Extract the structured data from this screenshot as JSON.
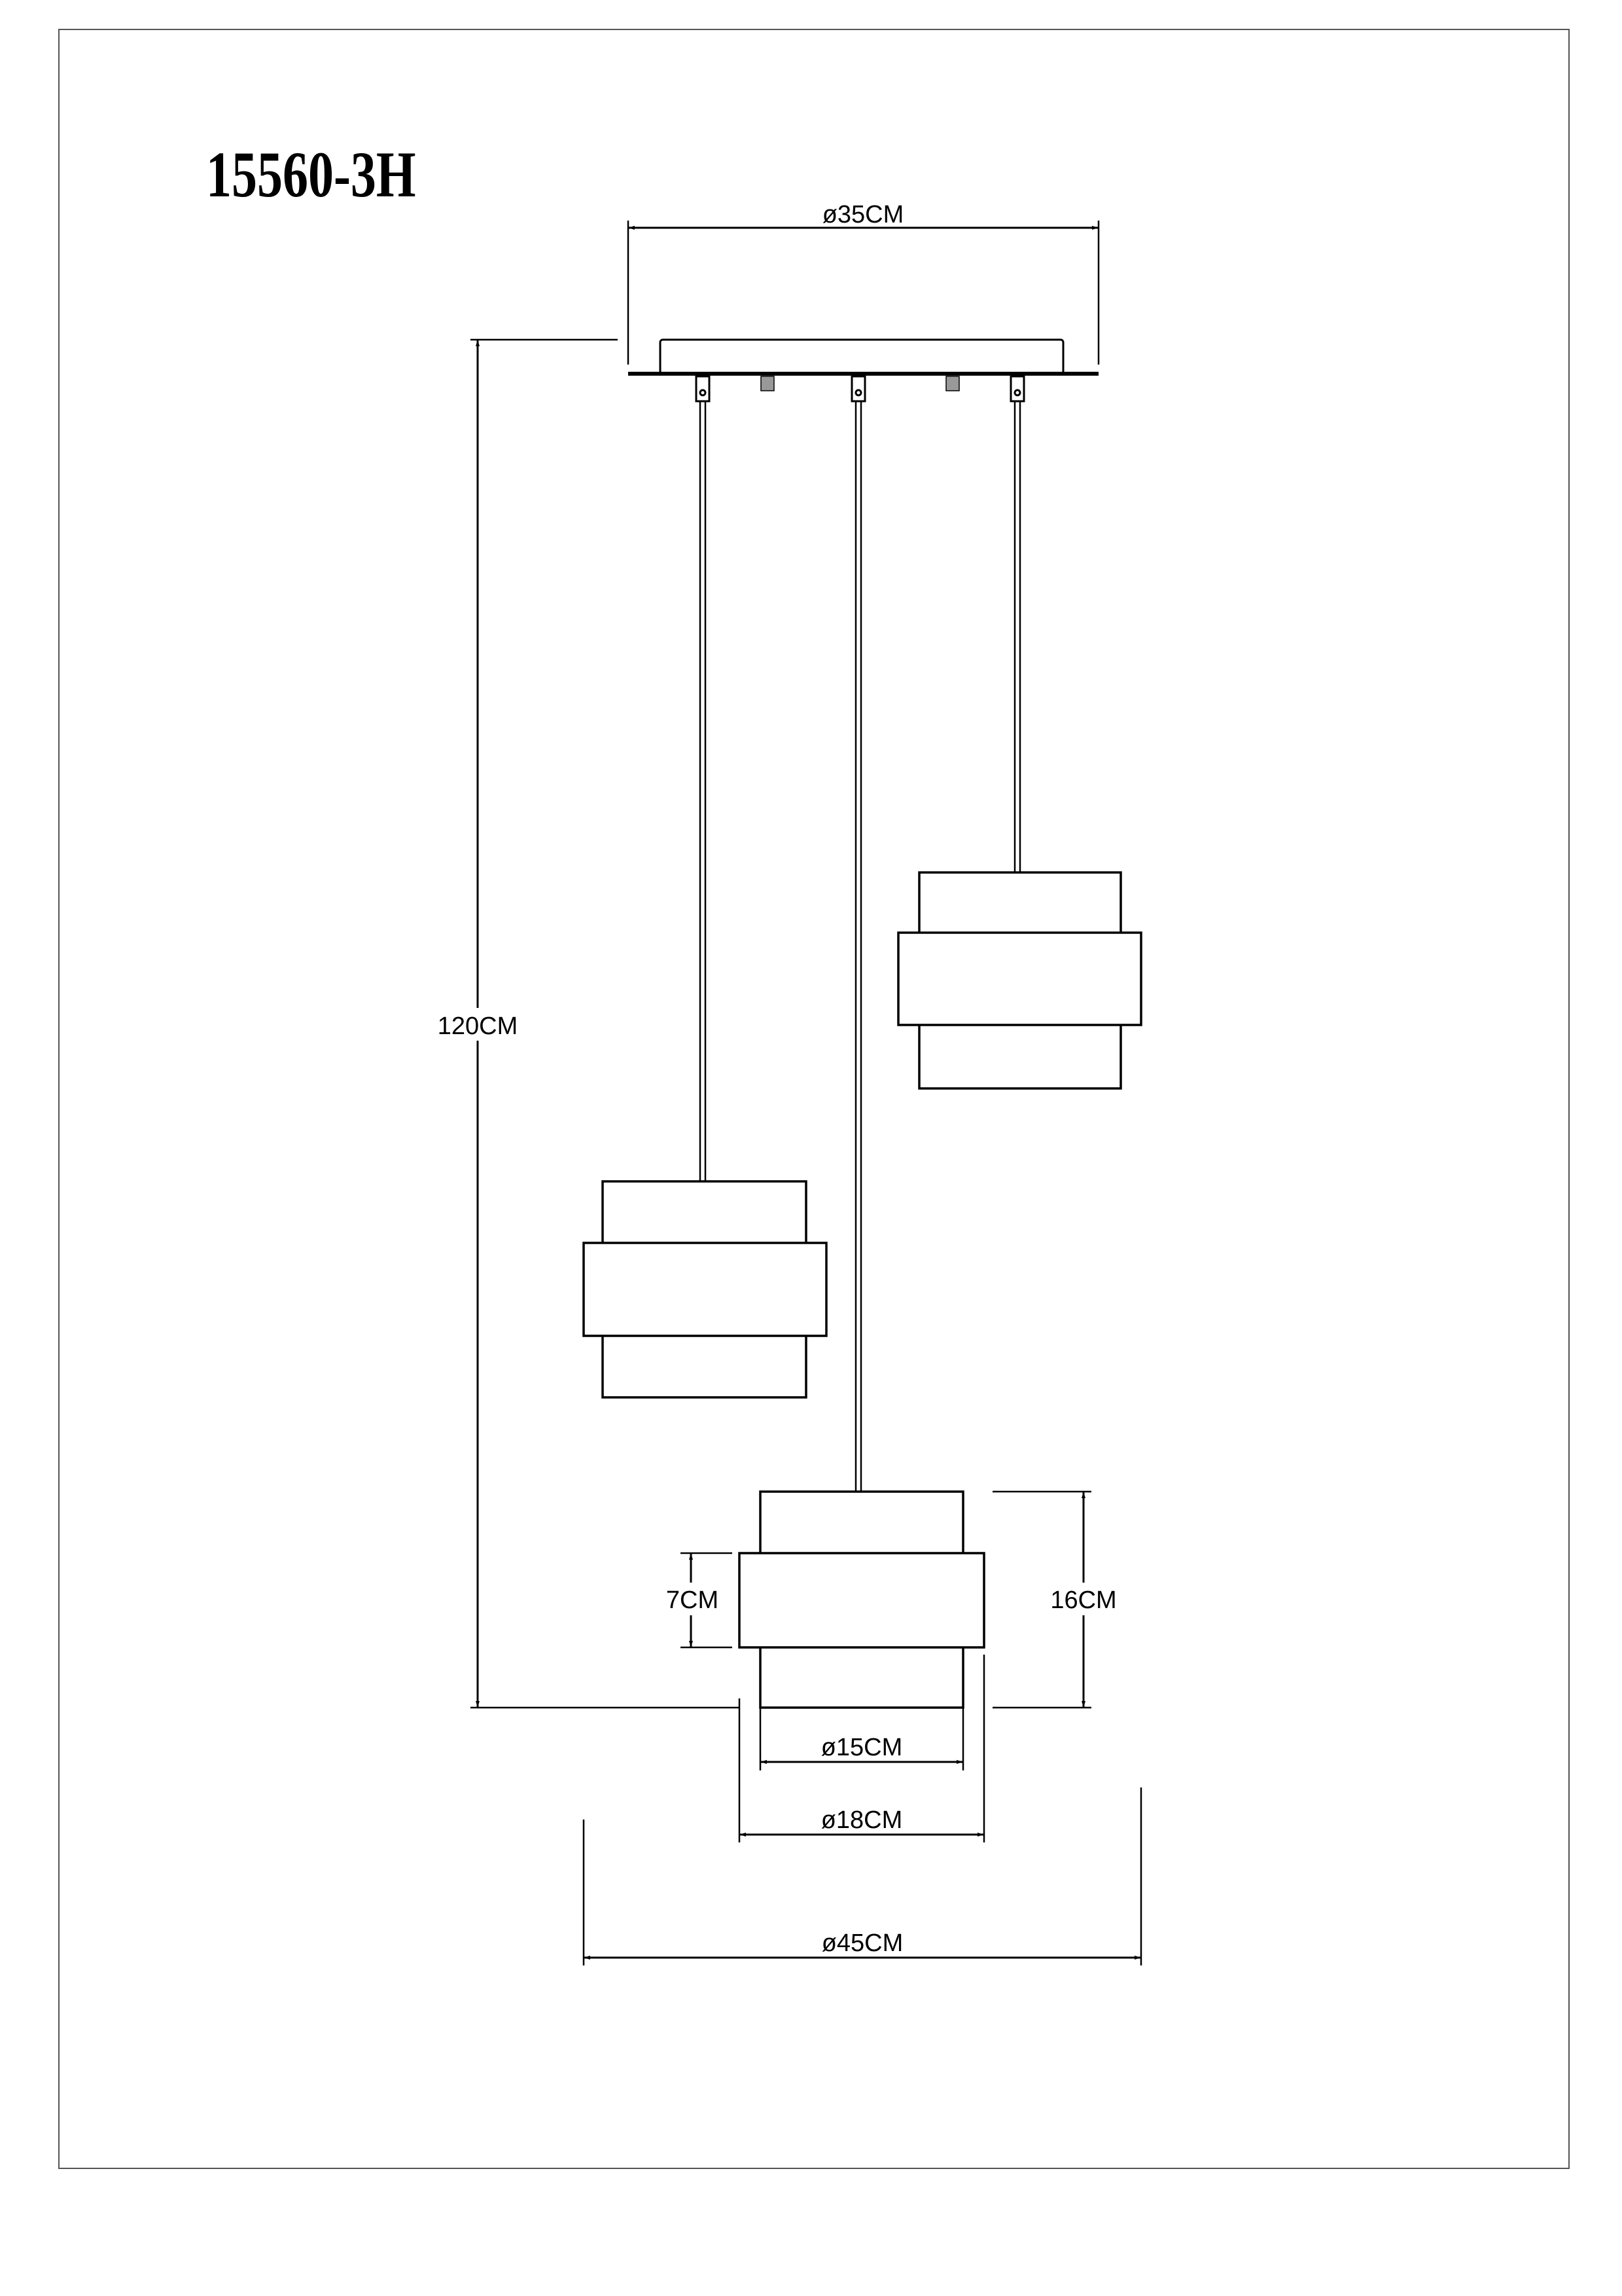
{
  "title": "15560-3H",
  "dimensions": {
    "canopy_diameter": "ø35CM",
    "height": "120CM",
    "band_height": "7CM",
    "shade_height": "16CM",
    "shade_inner_diameter": "ø15CM",
    "shade_outer_diameter": "ø18CM",
    "overall_diameter": "ø45CM"
  }
}
